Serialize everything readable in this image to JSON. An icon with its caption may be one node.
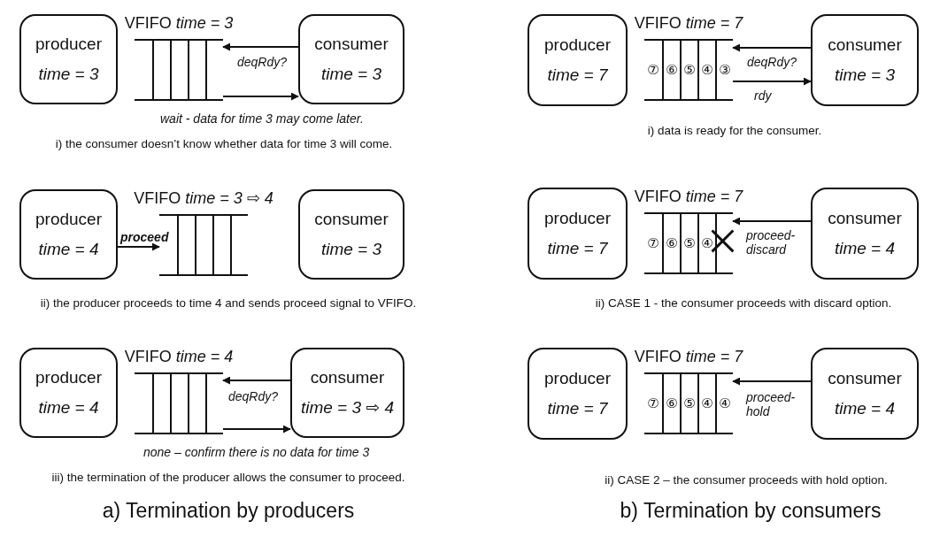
{
  "diagram": {
    "nodes": [
      {
        "text": [
          "producer",
          "time = 3"
        ]
      },
      {
        "text": [
          "VFIFO *time = 3*"
        ]
      },
      {
        "text": [
          "consumer",
          "time = 3"
        ]
      },
      {
        "text": [
          "producer",
          "time = 4"
        ]
      },
      {
        "text": [
          "VFIFO *time = 3 ⇨ 4*"
        ]
      },
      {
        "text": [
          "consumer",
          "time = 3"
        ]
      },
      {
        "text": [
          "producer",
          "time = 4"
        ]
      },
      {
        "text": [
          "VFIFO *time = 4*"
        ]
      },
      {
        "text": [
          "consumer",
          "time = 3 ⇨ 4"
        ]
      },
      {
        "text": [
          "producer",
          "time = 7"
        ]
      },
      {
        "text": [
          "VFIFO *time = 7*",
          "⑦",
          "⑥",
          "⑤",
          "④",
          "③"
        ]
      },
      {
        "text": [
          "consumer",
          "time = 3"
        ]
      },
      {
        "text": [
          "producer",
          "time = 7"
        ]
      },
      {
        "text": [
          "VFIFO *time = 7*",
          "⑦",
          "⑥",
          "⑤",
          "④"
        ]
      },
      {
        "text": [
          "consumer",
          "time = 4"
        ]
      },
      {
        "text": [
          "producer",
          "time = 7"
        ]
      },
      {
        "text": [
          "VFIFO *time = 7*",
          "⑦",
          "⑥",
          "⑤",
          "④",
          "④"
        ]
      },
      {
        "text": [
          "consumer",
          "time = 4"
        ]
      }
    ],
    "edges": [
      {
        "from": 2,
        "to": 1,
        "arrow": "to",
        "label": "deqRdy?"
      },
      {
        "from": 1,
        "to": 2,
        "arrow": "to",
        "label": "*wait* - data for time 3 may come later."
      },
      {
        "from": 3,
        "to": 4,
        "arrow": "to",
        "label": "proceed"
      },
      {
        "from": 8,
        "to": 7,
        "arrow": "to",
        "label": "deqRdy?"
      },
      {
        "from": 7,
        "to": 8,
        "arrow": "to",
        "label": "*none* – confirm there is no data for time 3"
      },
      {
        "from": 11,
        "to": 10,
        "arrow": "to",
        "label": "deqRdy?"
      },
      {
        "from": 10,
        "to": 11,
        "arrow": "to",
        "label": "rdy"
      },
      {
        "from": 14,
        "to": 13,
        "arrow": "to",
        "label": "proceed- discard"
      },
      {
        "from": 17,
        "to": 16,
        "arrow": "to",
        "label": "proceed- hold"
      }
    ],
    "labels": [
      "i) the consumer doesn’t know whether data for time 3 will come.",
      "ii) the producer proceeds to time 4 and sends proceed signal to VFIFO.",
      "iii) the termination of the producer allows the consumer to proceed.",
      "a) Termination by producers",
      "i) data is ready for the consumer.",
      "ii) CASE 1 - the consumer proceeds with discard option.",
      "ii) CASE 2 – the consumer proceeds with hold option.",
      "b) Termination by consumers"
    ]
  }
}
